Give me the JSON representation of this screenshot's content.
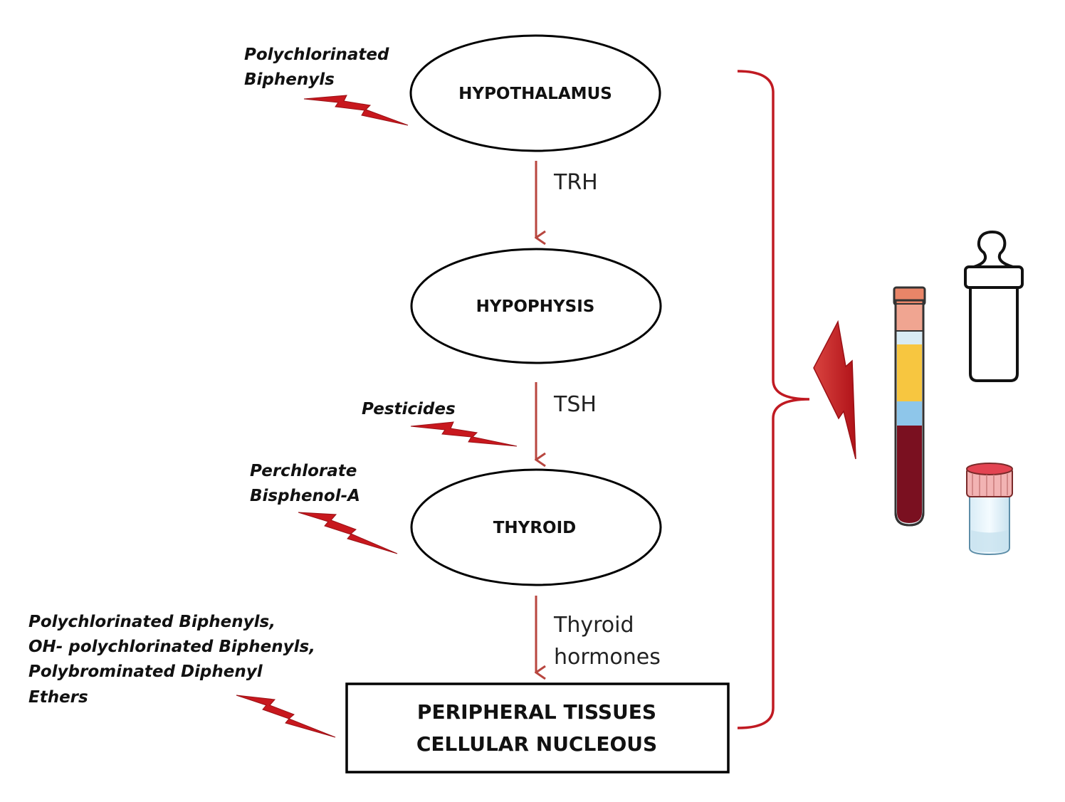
{
  "colors": {
    "arrow": "#b8463f",
    "bolt": "#c8181e",
    "bolt_edge": "#9a1015",
    "bracket": "#c01a22",
    "outline": "#000000"
  },
  "axis_nodes": {
    "hypothalamus": "HYPOTHALAMUS",
    "hypophysis": "HYPOPHYSIS",
    "thyroid": "THYROID",
    "target_line1": "PERIPHERAL TISSUES",
    "target_line2": "CELLULAR NUCLEOUS"
  },
  "hormones": {
    "trh": "TRH",
    "tsh": "TSH",
    "th_line1": "Thyroid",
    "th_line2": "hormones"
  },
  "disruptors": {
    "hypothalamus": [
      "Polychlorinated",
      "Biphenyls"
    ],
    "hypophysis_thyroid": [
      "Pesticides"
    ],
    "thyroid": [
      "Perchlorate",
      "Bisphenol-A"
    ],
    "peripheral": [
      "Polychlorinated Biphenyls,",
      "OH- polychlorinated Biphenyls,",
      "Polybrominated Diphenyl",
      "Ethers"
    ]
  },
  "icons": [
    "bracket-icon",
    "lightning-bolt-icon",
    "blood-sample-tube-icon",
    "baby-bottle-icon",
    "urine-sample-container-icon"
  ]
}
